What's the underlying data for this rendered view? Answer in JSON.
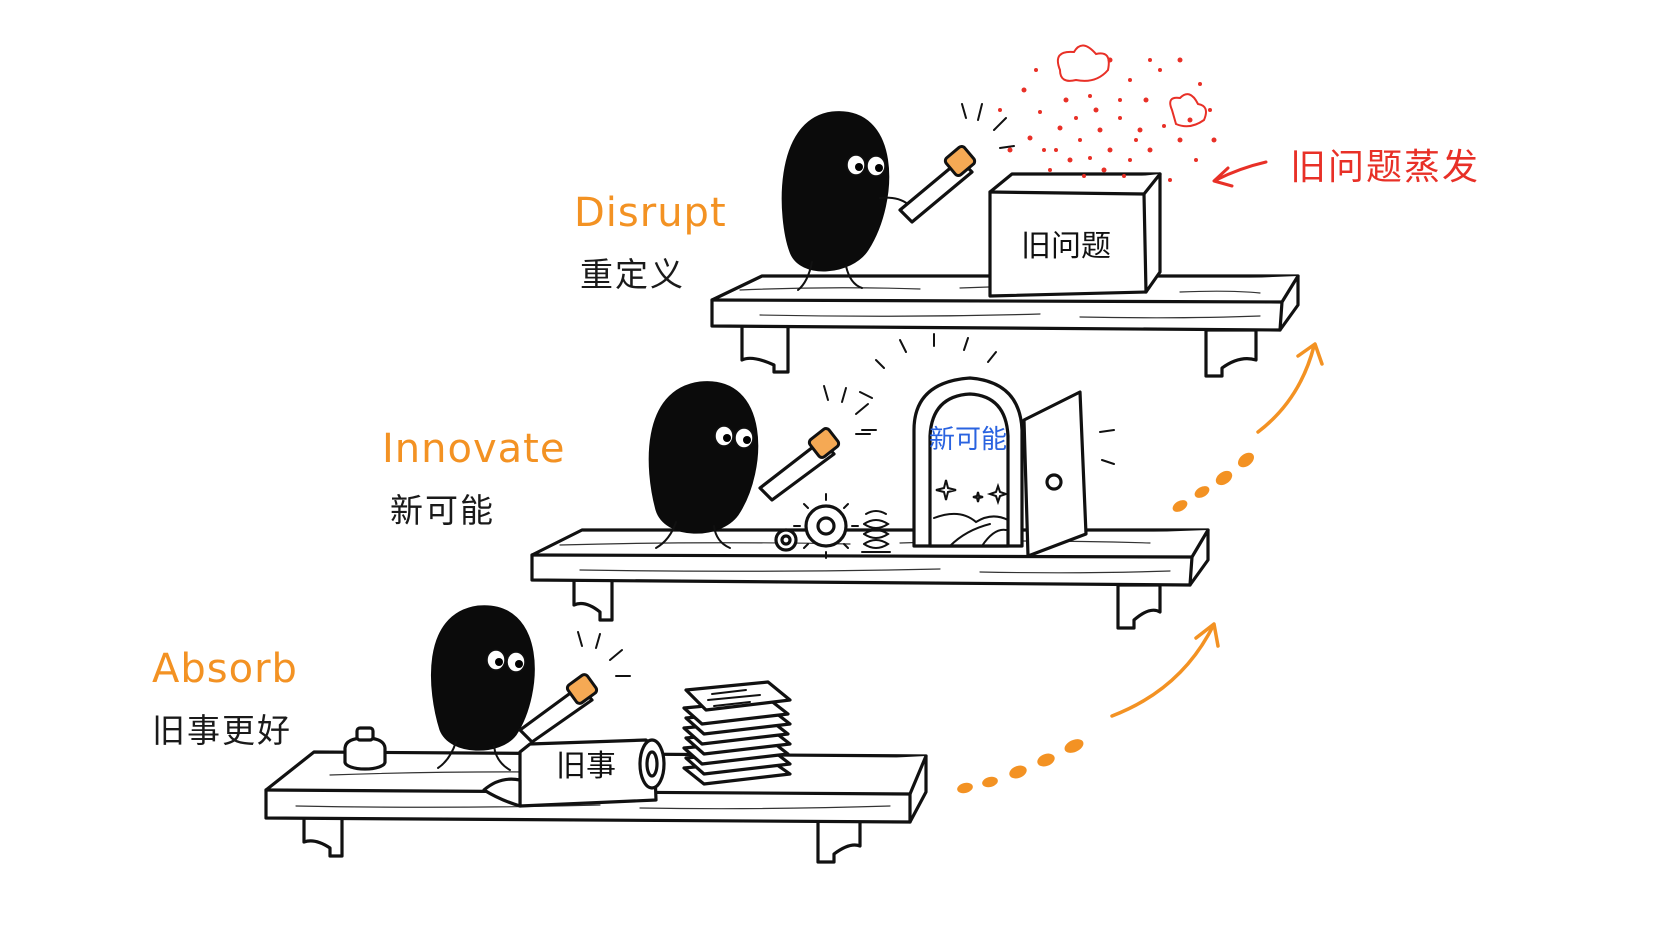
{
  "colors": {
    "accent": "#f39223",
    "blue": "#2a63e0",
    "red": "#e83027",
    "ink": "#111111"
  },
  "stages": {
    "disrupt": {
      "title": "Disrupt",
      "subtitle": "重定义",
      "box_label": "旧问题"
    },
    "innovate": {
      "title": "Innovate",
      "subtitle": "新可能",
      "door_label": "新可能"
    },
    "absorb": {
      "title": "Absorb",
      "subtitle": "旧事更好",
      "scroll_label": "旧事"
    }
  },
  "callout": {
    "text": "旧问题蒸发",
    "icon": "arrow-left-icon"
  }
}
